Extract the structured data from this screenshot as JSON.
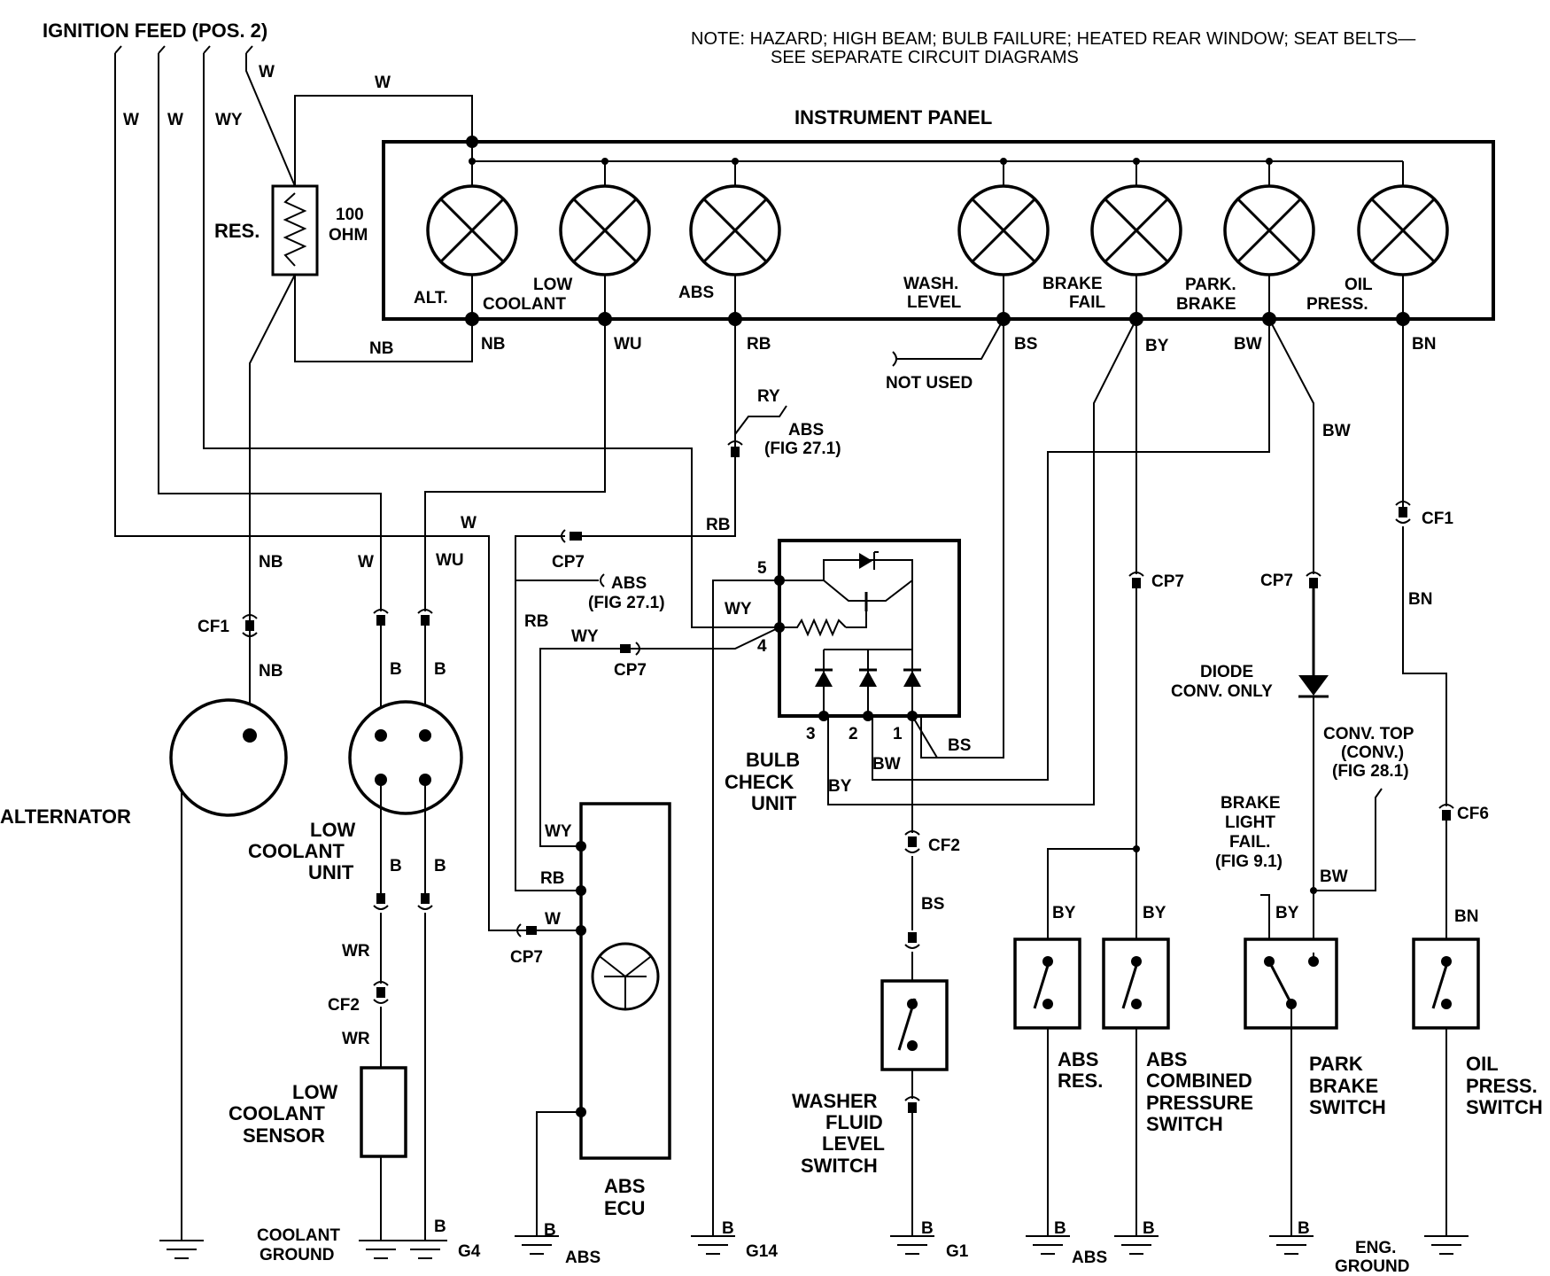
{
  "title": "IGNITION FEED (POS. 2)",
  "note_line1": "NOTE:  HAZARD; HIGH BEAM; BULB FAILURE; HEATED REAR WINDOW; SEAT BELTS—",
  "note_line2": "SEE SEPARATE CIRCUIT DIAGRAMS",
  "panel_title": "INSTRUMENT PANEL",
  "bulbs": [
    {
      "line1": "ALT.",
      "line2": ""
    },
    {
      "line1": "LOW",
      "line2": "COOLANT"
    },
    {
      "line1": "ABS",
      "line2": ""
    },
    {
      "line1": "WASH.",
      "line2": "LEVEL"
    },
    {
      "line1": "BRAKE",
      "line2": "FAIL"
    },
    {
      "line1": "PARK.",
      "line2": "BRAKE"
    },
    {
      "line1": "OIL",
      "line2": "PRESS."
    }
  ],
  "resistor": {
    "label": "RES.",
    "value1": "100",
    "value2": "OHM"
  },
  "wires": {
    "w": "W",
    "wy": "WY",
    "nb": "NB",
    "wu": "WU",
    "rb": "RB",
    "ry": "RY",
    "bs": "BS",
    "by": "BY",
    "bw": "BW",
    "bn": "BN",
    "b": "B",
    "wr": "WR"
  },
  "connectors": {
    "cf1": "CF1",
    "cf2": "CF2",
    "cf6": "CF6",
    "cp7": "CP7"
  },
  "refs": {
    "abs": "ABS",
    "fig271": "(FIG 27.1)",
    "not_used": "NOT USED",
    "brake_light": [
      "BRAKE",
      "LIGHT",
      "FAIL.",
      "(FIG 9.1)"
    ],
    "conv_top": [
      "CONV. TOP",
      "(CONV.)",
      "(FIG 28.1)"
    ],
    "diode": [
      "DIODE",
      "CONV. ONLY"
    ]
  },
  "pins": {
    "p1": "1",
    "p2": "2",
    "p3": "3",
    "p4": "4",
    "p5": "5"
  },
  "components": {
    "alternator": "ALTERNATOR",
    "low_coolant_unit": [
      "LOW",
      "COOLANT",
      "UNIT"
    ],
    "low_coolant_sensor": [
      "LOW",
      "COOLANT",
      "SENSOR"
    ],
    "bulb_check_unit": [
      "BULB",
      "CHECK",
      "UNIT"
    ],
    "abs_ecu": [
      "ABS",
      "ECU"
    ],
    "washer_switch": [
      "WASHER",
      "FLUID",
      "LEVEL",
      "SWITCH"
    ],
    "abs_res": [
      "ABS",
      "RES."
    ],
    "abs_pressure": [
      "ABS",
      "COMBINED",
      "PRESSURE",
      "SWITCH"
    ],
    "park_switch": [
      "PARK",
      "BRAKE",
      "SWITCH"
    ],
    "oil_switch": [
      "OIL",
      "PRESS.",
      "SWITCH"
    ]
  },
  "grounds": {
    "coolant": [
      "COOLANT",
      "GROUND"
    ],
    "g4": "G4",
    "abs": "ABS",
    "g14": "G14",
    "g1": "G1",
    "abs2": "ABS",
    "eng": [
      "ENG.",
      "GROUND"
    ]
  }
}
